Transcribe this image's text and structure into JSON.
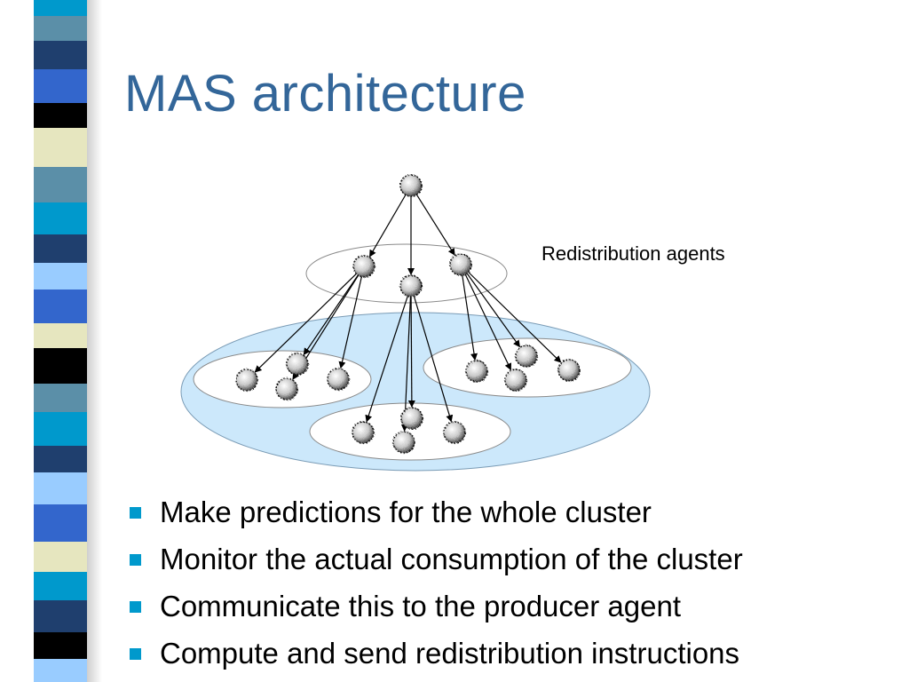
{
  "slide": {
    "title": "MAS architecture",
    "diagram_label": "Redistribution agents",
    "bullets": [
      "Make predictions for the whole cluster",
      "Monitor the actual consumption of the cluster",
      "Communicate this to the producer agent",
      "Compute and send redistribution instructions"
    ]
  },
  "colors": {
    "title": "#336699",
    "bullet_marker": "#0099cc",
    "cluster_fill": "#cce8fb",
    "group_fill": "#ffffff"
  }
}
